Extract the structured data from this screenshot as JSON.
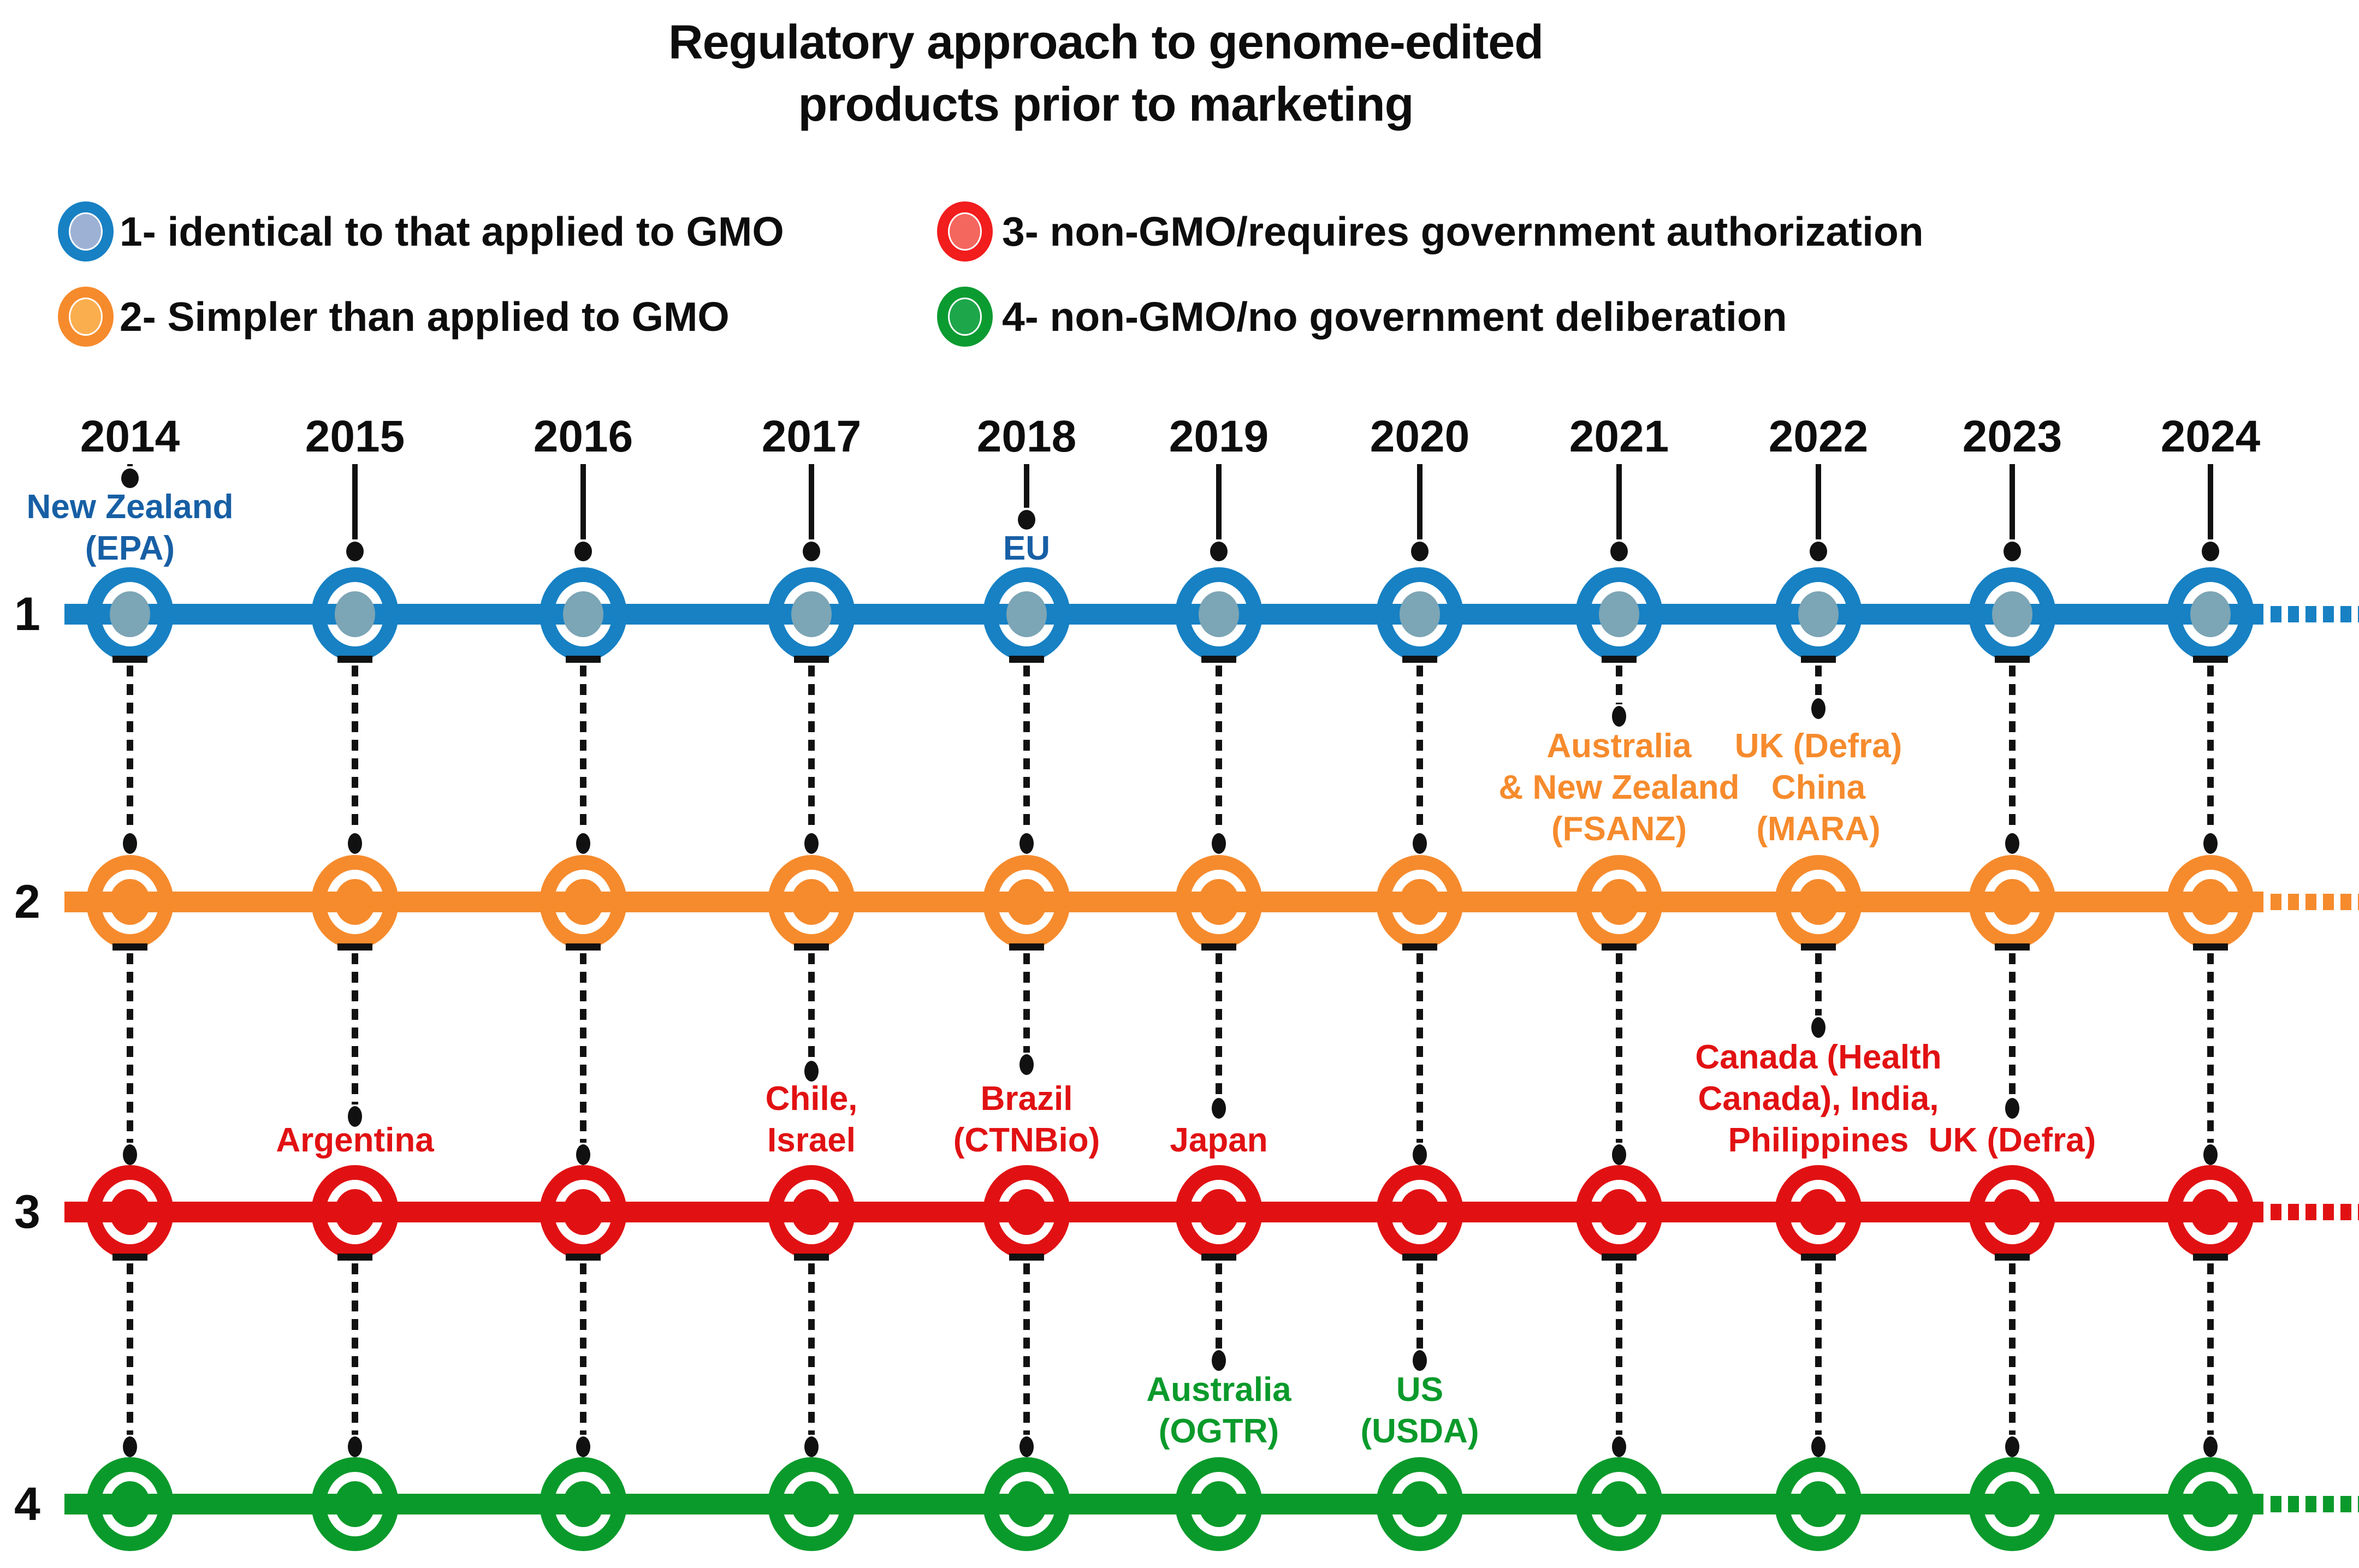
{
  "title": {
    "lines": [
      "Regulatory approach to genome-edited",
      "products prior to marketing"
    ]
  },
  "legend": {
    "items": [
      {
        "label": "1- identical to that applied to GMO",
        "ring_color": "#1781C4",
        "fill_color": "#9DB1D4"
      },
      {
        "label": "2- Simpler than applied to GMO",
        "ring_color": "#F68B2D",
        "fill_color": "#FBAE4E"
      },
      {
        "label": "3- non-GMO/requires government authorization",
        "ring_color": "#F21D1D",
        "fill_color": "#F4675F"
      },
      {
        "label": "4- non-GMO/no government deliberation",
        "ring_color": "#0B9B31",
        "fill_color": "#1EA64B"
      }
    ]
  },
  "timeline": {
    "years": [
      "2014",
      "2015",
      "2016",
      "2017",
      "2018",
      "2019",
      "2020",
      "2021",
      "2022",
      "2023",
      "2024"
    ],
    "rows": [
      {
        "number": "1",
        "name": "identical-to-gmo",
        "line_color": "#1781C4",
        "node_inner_color": "#7CA5B5",
        "label_color": "#175FA5",
        "events": [
          {
            "year": "2014",
            "lines": [
              "New Zealand",
              "(EPA)"
            ]
          },
          {
            "year": "2018",
            "lines": [
              "EU"
            ]
          }
        ]
      },
      {
        "number": "2",
        "name": "simpler-than-gmo",
        "line_color": "#F68B2D",
        "node_inner_color": "#F68B2D",
        "label_color": "#F68B2D",
        "events": [
          {
            "year": "2021",
            "lines": [
              "Australia",
              "& New Zealand",
              "(FSANZ)"
            ]
          },
          {
            "year": "2022",
            "lines": [
              "UK (Defra)",
              "China",
              "(MARA)"
            ]
          }
        ]
      },
      {
        "number": "3",
        "name": "non-gmo-requires-authorization",
        "line_color": "#E11113",
        "node_inner_color": "#E11113",
        "label_color": "#E11113",
        "events": [
          {
            "year": "2015",
            "lines": [
              "Argentina"
            ]
          },
          {
            "year": "2017",
            "lines": [
              "Chile,",
              "Israel"
            ]
          },
          {
            "year": "2018",
            "lines": [
              "Brazil",
              "(CTNBio)"
            ]
          },
          {
            "year": "2019",
            "lines": [
              "Japan"
            ]
          },
          {
            "year": "2022",
            "lines": [
              "Canada (Health",
              "Canada), India,",
              "Philippines"
            ]
          },
          {
            "year": "2023",
            "lines": [
              "UK (Defra)"
            ]
          }
        ]
      },
      {
        "number": "4",
        "name": "non-gmo-no-deliberation",
        "line_color": "#0A9A2B",
        "node_inner_color": "#0A9A2B",
        "label_color": "#0A9A2B",
        "events": [
          {
            "year": "2019",
            "lines": [
              "Australia",
              "(OGTR)"
            ]
          },
          {
            "year": "2020",
            "lines": [
              "US",
              "(USDA)"
            ]
          }
        ]
      }
    ]
  }
}
